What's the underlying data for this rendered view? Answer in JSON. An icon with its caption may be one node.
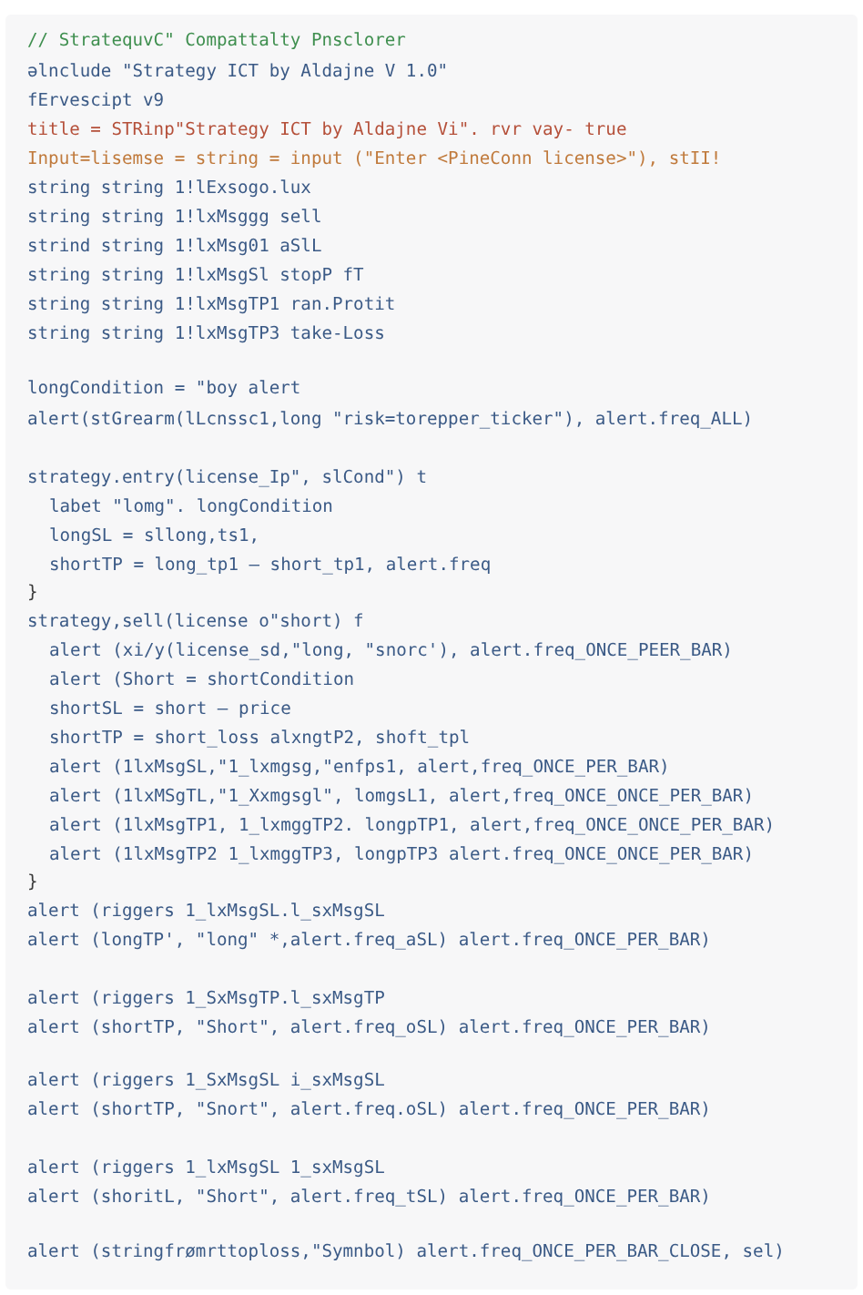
{
  "diagram": {
    "labels": [
      "// StratequvC\" Compattalty Pnsclorer",
      "ǝlnclude \"Strategy ICT by Aldajne V 1.0\"",
      "fErvescipt v9",
      "title = STRinp\"Strategy ICT by Aldajne Vi\". rvr vay- true",
      "Input=lisemse = string = input (\"Enter <PineConn license>\"), stII!",
      "string string 1!lExsogo.lux",
      "string string 1!lxMsggg sell",
      "strind string 1!lxMsg01 aSlL",
      "string string 1!lxMsgSl stopP fT",
      "string string 1!lxMsgTP1 ran.Protit",
      "string string 1!lxMsgTP3 take-Loss",
      "longCondition = \"boy alert",
      "alert(stGrearm(lLcnssc1,long \"risk=torepper_ticker\"), alert.freq_ALL)",
      "strategy.entry(license_Ip\", slCond\") t",
      "labet \"lomg\". longCondition",
      "longSL = sllong,ts1,",
      "shortTP = long_tp1 – short_tp1, alert.freq",
      "}",
      "strategy,sell(license o\"short) f",
      "alert (xi/y(license_sd,\"long, \"snorc'), alert.freq_ONCE_PEER_BAR)",
      "alert (Short = shortCondition",
      "shortSL = short – price",
      "shortTP = short_loss alxngtP2, shoft_tpl",
      "alert (1lxMsgSL,\"1_lxmgsg,\"enfps1, alert,freq_ONCE_PER_BAR)",
      "alert (1lxMSgTL,\"1_Xxmgsgl\", lomgsL1, alert,freq_ONCE_ONCE_PER_BAR)",
      "alert (1lxMsgTP1, 1_lxmggTP2. longpTP1, alert,freq_ONCE_ONCE_PER_BAR)",
      "alert (1lxMsgTP2 1_lxmggTP3, longpTP3 alert.freq_ONCE_ONCE_PER_BAR)",
      "}",
      "alert (riggers 1_lxMsgSL.l_sxMsgSL",
      "alert (longTP', \"long\" *,alert.freq_aSL) alert.freq_ONCE_PER_BAR)",
      "alert (riggers 1_SxMsgTP.l_sxMsgTP",
      "alert (shortTP, \"Short\", alert.freq_oSL) alert.freq_ONCE_PER_BAR)",
      "alert (riggers 1_SxMsgSL i_sxMsgSL",
      "alert (shortTP, \"Snort\", alert.freq.oSL) alert.freq_ONCE_PER_BAR)",
      "alert (riggers 1_lxMsgSL 1_sxMsgSL",
      "alert (shoritL, \"Short\", alert.freq_tSL) alert.freq_ONCE_PER_BAR)",
      "alert (stringfrømrttoploss,\"Symnbol) alert.freq_ONCE_PER_BAR_CLOSE, sel)"
    ]
  }
}
